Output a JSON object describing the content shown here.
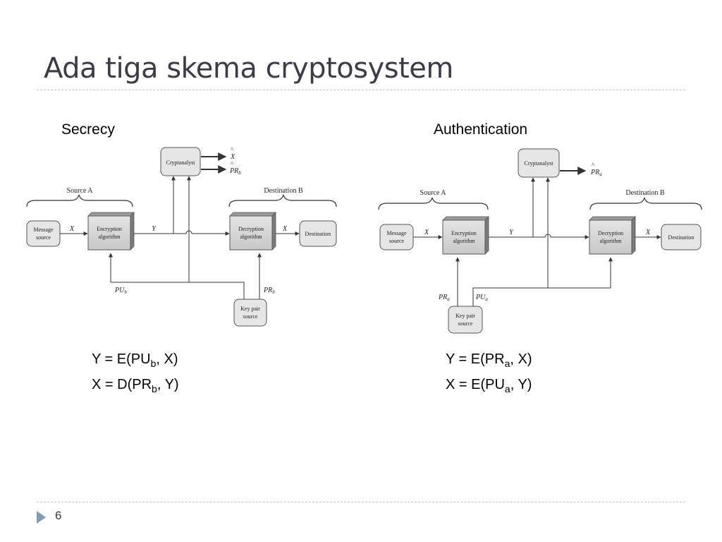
{
  "slide": {
    "title": "Ada tiga skema cryptosystem",
    "page_number": "6"
  },
  "secrecy": {
    "label": "Secrecy",
    "diagram": {
      "source_group": "Source A",
      "dest_group": "Destination B",
      "message_source": [
        "Message",
        "source"
      ],
      "encryption": [
        "Encryption",
        "algorithm"
      ],
      "decryption": [
        "Decryption",
        "algorithm"
      ],
      "destination": "Destination",
      "cryptanalyst": "Cryptanalyst",
      "key_pair_source": [
        "Key pair",
        "source"
      ],
      "x": "X",
      "y": "Y",
      "x_hat": "X",
      "pr_hat": "PR",
      "pr_hat_sub": "b",
      "key_left": "PU",
      "key_left_sub": "b",
      "key_right": "PR",
      "key_right_sub": "b"
    },
    "eq1": {
      "pre": "Y = E(PU",
      "sub": "b",
      "post": ", X)"
    },
    "eq2": {
      "pre": "X = D(PR",
      "sub": "b",
      "post": ", Y)"
    }
  },
  "authentication": {
    "label": "Authentication",
    "diagram": {
      "source_group": "Source A",
      "dest_group": "Destination B",
      "message_source": [
        "Message",
        "source"
      ],
      "encryption": [
        "Encryption",
        "algorithm"
      ],
      "decryption": [
        "Decryption",
        "algorithm"
      ],
      "destination": "Destination",
      "cryptanalyst": "Cryptanalyst",
      "key_pair_source": [
        "Key pair",
        "source"
      ],
      "x": "X",
      "y": "Y",
      "pr_hat": "PR",
      "pr_hat_sub": "a",
      "key_left": "PR",
      "key_left_sub": "a",
      "key_right": "PU",
      "key_right_sub": "a"
    },
    "eq1": {
      "pre": "Y = E(PR",
      "sub": "a",
      "post": ", X)"
    },
    "eq2": {
      "pre": "X = E(PU",
      "sub": "a",
      "post": ", Y)"
    }
  }
}
